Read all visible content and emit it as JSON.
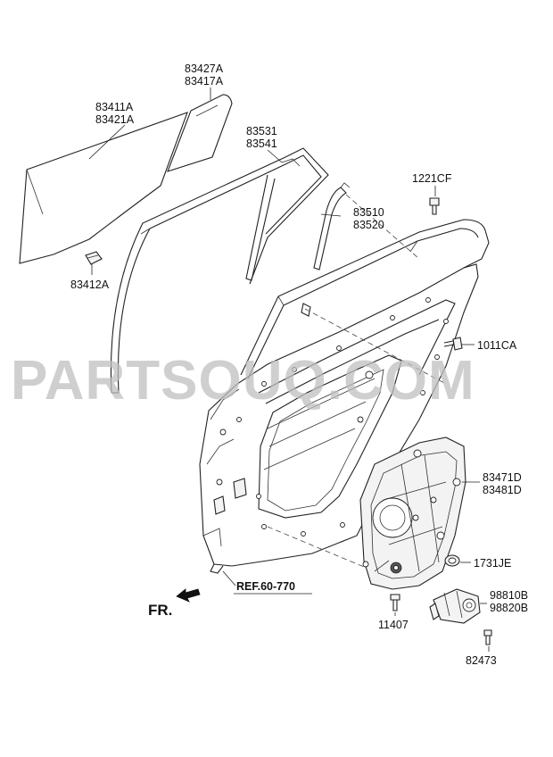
{
  "labels": {
    "glass": [
      "83411A",
      "83421A"
    ],
    "quarter_glass": [
      "83427A",
      "83417A"
    ],
    "glass_holder": "83412A",
    "run_channel": [
      "83531",
      "83541"
    ],
    "center_channel": [
      "83510",
      "83520"
    ],
    "bolt_top": "1221CF",
    "bolt_mid": "1011CA",
    "regulator": [
      "83471D",
      "83481D"
    ],
    "grommet": "1731JE",
    "motor": [
      "98810B",
      "98820B"
    ],
    "bolt_bottom": "11407",
    "screw_bottom": "82473",
    "ref": "REF.60-770",
    "front": "FR."
  },
  "watermark": "PARTSOUQ.COM",
  "colors": {
    "line": "#222222",
    "watermark": "#bfbfbf",
    "background": "#ffffff"
  }
}
